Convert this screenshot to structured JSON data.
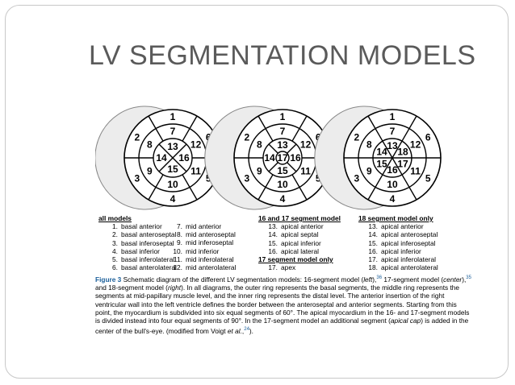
{
  "slide": {
    "title": "LV SEGMENTATION MODELS"
  },
  "diagrams": {
    "outer_labels": [
      "1",
      "6",
      "5",
      "4",
      "3",
      "2"
    ],
    "middle_labels": [
      "7",
      "12",
      "11",
      "10",
      "9",
      "8"
    ],
    "model16_inner": [
      "13",
      "16",
      "15",
      "14"
    ],
    "model17_inner": [
      "13",
      "16",
      "15",
      "14"
    ],
    "model17_apex": "17",
    "model18_inner": [
      "13",
      "18",
      "17",
      "16",
      "15",
      "14"
    ]
  },
  "legend": {
    "all_models": {
      "heading": "all models",
      "col1": [
        {
          "n": "1.",
          "label": "basal anterior"
        },
        {
          "n": "2.",
          "label": "basal anteroseptal"
        },
        {
          "n": "3.",
          "label": "basal inferoseptal"
        },
        {
          "n": "4.",
          "label": "basal inferior"
        },
        {
          "n": "5.",
          "label": "basal inferolateral"
        },
        {
          "n": "6.",
          "label": "basal anterolateral"
        }
      ],
      "col2": [
        {
          "n": "7.",
          "label": "mid anterior"
        },
        {
          "n": "8.",
          "label": "mid anteroseptal"
        },
        {
          "n": "9.",
          "label": "mid inferoseptal"
        },
        {
          "n": "10.",
          "label": "mid inferior"
        },
        {
          "n": "11.",
          "label": "mid inferolateral"
        },
        {
          "n": "12.",
          "label": "mid anterolateral"
        }
      ]
    },
    "model_16_17": {
      "heading": "16 and 17 segment model",
      "items": [
        {
          "n": "13.",
          "label": "apical anterior"
        },
        {
          "n": "14.",
          "label": "apical septal"
        },
        {
          "n": "15.",
          "label": "apical inferior"
        },
        {
          "n": "16.",
          "label": "apical lateral"
        }
      ],
      "heading17": "17 segment model only",
      "item17": {
        "n": "17.",
        "label": "apex"
      }
    },
    "model_18": {
      "heading": "18 segment model only",
      "items": [
        {
          "n": "13.",
          "label": "apical anterior"
        },
        {
          "n": "14.",
          "label": "apical anteroseptal"
        },
        {
          "n": "15.",
          "label": "apical inferoseptal"
        },
        {
          "n": "16.",
          "label": "apical inferior"
        },
        {
          "n": "17.",
          "label": "apical inferolateral"
        },
        {
          "n": "18.",
          "label": "apical anterolateral"
        }
      ]
    }
  },
  "caption": {
    "figure_label": "Figure 3",
    "part1": " Schematic diagram of the different LV segmentation models: 16-segment model (",
    "left": "left",
    "ref1": "36",
    "part2": " 17-segment model (",
    "center": "center",
    "ref2": "35",
    "part3": " and 18-segment model (",
    "right": "right",
    "part4": "). In all diagrams, the outer ring represents the basal segments, the middle ring represents the segments at mid-papillary muscle level, and the inner ring represents the distal level. The anterior insertion of the right ventricular wall into the left ventricle defines the border between the anteroseptal and anterior segments. Starting from this point, the myocardium is subdivided into six equal segments of 60°. The apical myocardium in the 16- and 17-segment models is divided instead into four equal segments of 90°. In the 17-segment model an additional segment (",
    "apical_cap": "apical cap",
    "part5": ") is added in the center of the bull's-eye. (modified from Voigt ",
    "etal": "et al.",
    "ref3": "24",
    "part6": ")."
  }
}
